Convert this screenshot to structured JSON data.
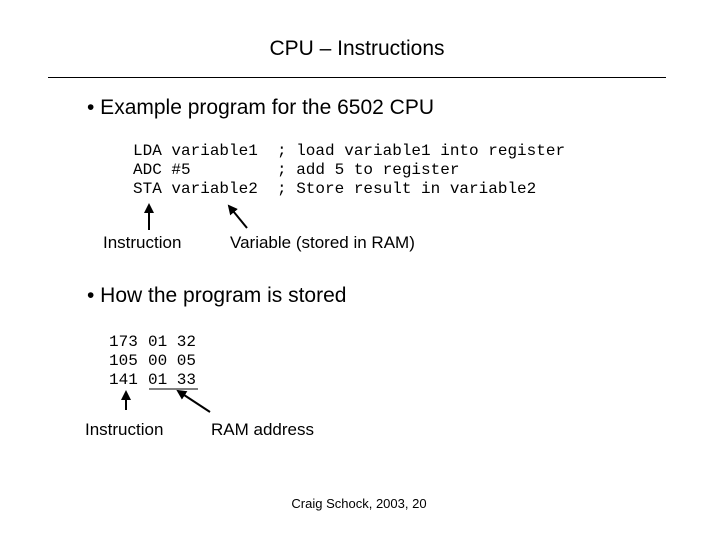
{
  "slide": {
    "title": "CPU – Instructions",
    "bullet1": "• Example program for the 6502 CPU",
    "code_lines": [
      {
        "instr": "LDA variable1",
        "comment": "; load variable1 into register"
      },
      {
        "instr": "ADC #5",
        "comment": "; add 5 to register"
      },
      {
        "instr": "STA variable2",
        "comment": "; Store result in variable2"
      }
    ],
    "label_instruction_1": "Instruction",
    "label_variable": "Variable (stored in RAM)",
    "bullet2": "• How the program is stored",
    "machine_lines": [
      {
        "opcode": "173",
        "address": "01 32"
      },
      {
        "opcode": "105",
        "address": "00 05"
      },
      {
        "opcode": "141",
        "address": "01 33"
      }
    ],
    "label_instruction_2": "Instruction",
    "label_ram_address": "RAM address",
    "footer": "Craig Schock, 2003, 20"
  }
}
